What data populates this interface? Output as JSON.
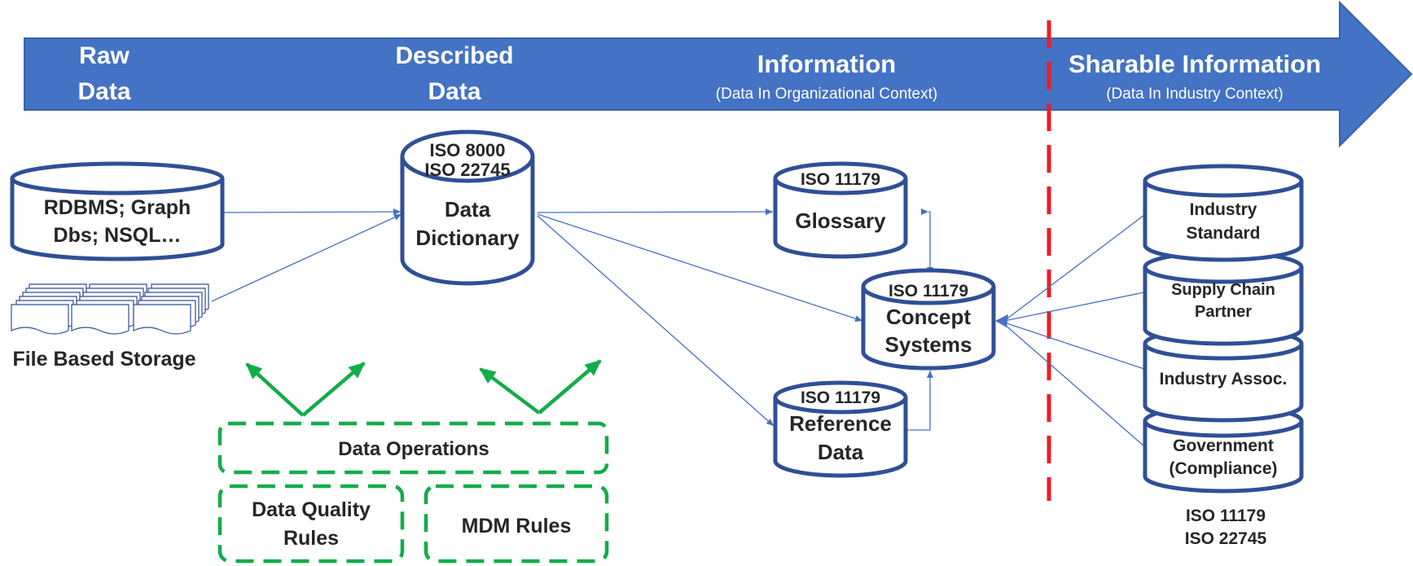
{
  "stages": {
    "raw": {
      "line1": "Raw",
      "line2": "Data"
    },
    "described": {
      "line1": "Described",
      "line2": "Data"
    },
    "information": {
      "title": "Information",
      "subtitle": "(Data In Organizational Context)"
    },
    "sharable": {
      "title": "Sharable Information",
      "subtitle": "(Data In Industry  Context)"
    }
  },
  "sources": {
    "rdbms": {
      "line1": "RDBMS; Graph",
      "line2": "Dbs; NSQL…"
    },
    "file_storage": "File Based Storage"
  },
  "data_dictionary": {
    "std1": "ISO 8000",
    "std2": "ISO 22745",
    "line1": "Data",
    "line2": "Dictionary"
  },
  "glossary": {
    "std": "ISO 11179",
    "label": "Glossary"
  },
  "concept_systems": {
    "std": "ISO 11179",
    "line1": "Concept",
    "line2": "Systems"
  },
  "reference_data": {
    "std": "ISO 11179",
    "line1": "Reference",
    "line2": "Data"
  },
  "industry_stack": [
    {
      "line1": "Industry",
      "line2": "Standard"
    },
    {
      "line1": "Supply Chain",
      "line2": "Partner"
    },
    {
      "line1": "Industry Assoc.",
      "line2": ""
    },
    {
      "line1": "Government",
      "line2": "(Compliance)"
    }
  ],
  "industry_standards": {
    "line1": "ISO 11179",
    "line2": "ISO 22745"
  },
  "operations": {
    "data_operations": "Data Operations",
    "data_quality": {
      "line1": "Data Quality",
      "line2": "Rules"
    },
    "mdm": "MDM Rules"
  },
  "colors": {
    "band": "#4472c4",
    "cylinder_stroke": "#2f4f96",
    "connector": "#4472c4",
    "operations": "#11ad48",
    "boundary": "#ee1c24"
  }
}
